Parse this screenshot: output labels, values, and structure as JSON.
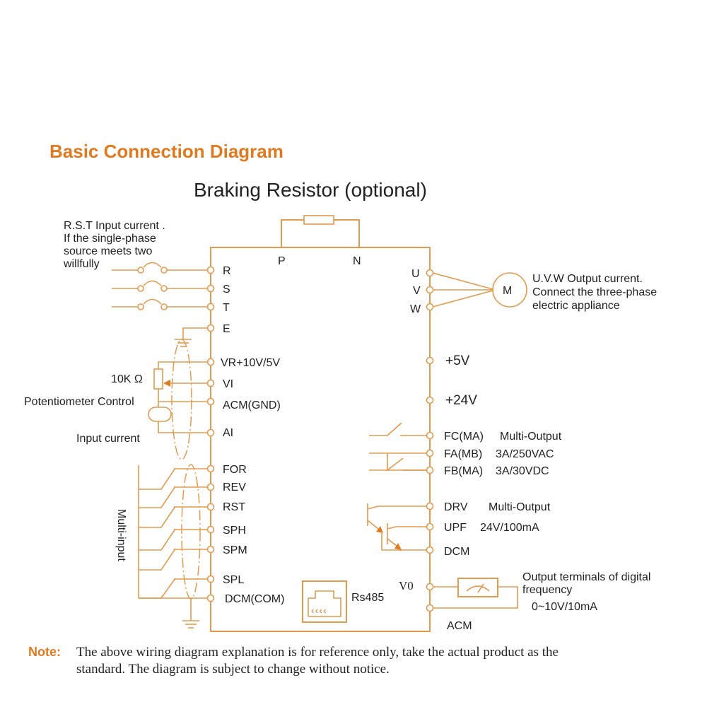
{
  "title": "Basic Connection Diagram",
  "subtitle": "Braking Resistor (optional)",
  "input_note": [
    "R.S.T Input current .",
    "If the single-phase",
    "source meets two",
    "willfully"
  ],
  "braking_terminals": [
    "P",
    "N"
  ],
  "left_terminals": [
    "R",
    "S",
    "T",
    "E",
    "VR+10V/5V",
    "VI",
    "ACM(GND)",
    "AI",
    "FOR",
    "REV",
    "RST",
    "SPH",
    "SPM",
    "SPL",
    "DCM(COM)"
  ],
  "right_terminals": [
    "U",
    "V",
    "W",
    "+5V",
    "+24V",
    "FC(MA)",
    "FA(MB)",
    "FB(MA)",
    "DRV",
    "UPF",
    "DCM",
    "V0",
    "ACM"
  ],
  "motor_label": "M",
  "output_note": [
    "U.V.W Output current.",
    "Connect the three-phase",
    "electric appliance"
  ],
  "resistor_value": "10K Ω",
  "potentiometer_label": "Potentiometer Control",
  "input_current_label": "Input current",
  "multi_input_label": "Multi-input",
  "relay_notes": [
    "Multi-Output",
    "3A/250VAC",
    "3A/30VDC"
  ],
  "transistor_notes": [
    "Multi-Output",
    "24V/100mA"
  ],
  "rs485_label": "Rs485",
  "rs485_glyph": "‹‹‹‹",
  "freq_note": [
    "Output terminals of digital",
    "frequency",
    "0~10V/10mA"
  ],
  "note_key": "Note:",
  "note_lines": [
    "The above wiring diagram explanation is for reference only, take the actual product as the",
    "standard. The diagram is subject to change without notice."
  ],
  "colors": {
    "accent": "#e07a1f",
    "wire": "#e39a4d",
    "text": "#222222"
  }
}
